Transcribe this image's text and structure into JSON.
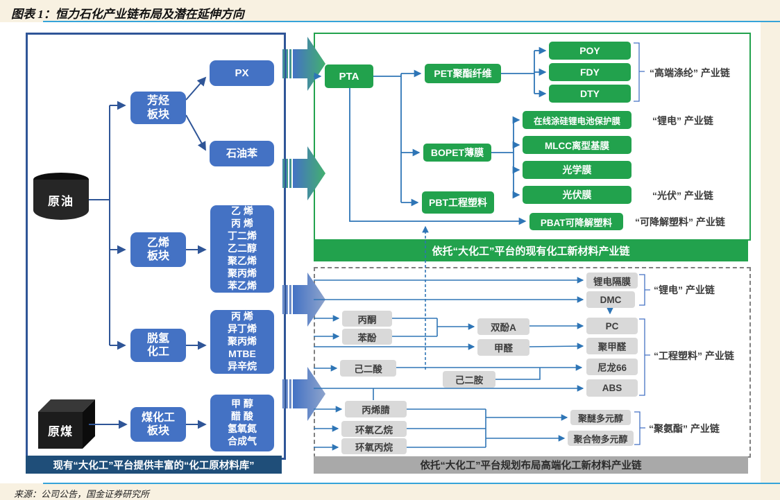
{
  "page": {
    "title": "图表 1：恒力石化产业链布局及潜在延伸方向",
    "source": "来源：公司公告，国金证券研究所"
  },
  "left": {
    "crude_oil": "原油",
    "coal": "原煤",
    "aromatics": "芳烃\n板块",
    "ethylene": "乙烯\n板块",
    "dehydro": "脱氢\n化工",
    "coal_chem": "煤化工\n板块",
    "px": "PX",
    "benzene": "石油苯",
    "ethylene_products": "乙  烯\n丙  烯\n丁二烯\n乙二醇\n聚乙烯\n聚丙烯\n苯乙烯",
    "dehydro_products": "丙  烯\n异丁烯\n聚丙烯\nMTBE\n异辛烷",
    "coal_products": "甲  醇\n醋  酸\n氢氧氮\n合成气",
    "banner": "现有“大化工”平台提供丰富的“化工原材料库”"
  },
  "green": {
    "pta": "PTA",
    "pet_fiber": "PET聚酯纤维",
    "poy": "POY",
    "fdy": "FDY",
    "dty": "DTY",
    "li_film": "在线涂硅锂电池保护膜",
    "mlcc_film": "MLCC离型基膜",
    "optical_film": "光学膜",
    "pv_film": "光伏膜",
    "bopet": "BOPET薄膜",
    "pbt": "PBT工程塑料",
    "pbat": "PBAT可降解塑料",
    "label_polyester": "“高端涤纶” 产业链",
    "label_li": "“锂电” 产业链",
    "label_pv": "“光伏” 产业链",
    "label_degradable": "“可降解塑料” 产业链",
    "banner": "依托“大化工”平台的现有化工新材料产业链"
  },
  "dashed": {
    "li_separator": "锂电隔膜",
    "dmc": "DMC",
    "pc": "PC",
    "pom": "聚甲醛",
    "nylon66": "尼龙66",
    "abs": "ABS",
    "acetone": "丙酮",
    "phenol": "苯酚",
    "bpa": "双酚A",
    "formaldehyde": "甲醛",
    "adipic_acid": "己二酸",
    "hmda": "己二胺",
    "acrylonitrile": "丙烯腈",
    "ethylene_oxide": "环氧乙烷",
    "propylene_oxide": "环氧丙烷",
    "polyether_polyol": "聚醚多元醇",
    "polymer_polyol": "聚合物多元醇",
    "label_li": "“锂电” 产业链",
    "label_engineering": "“工程塑料” 产业链",
    "label_pu": "“聚氨酯” 产业链",
    "banner": "依托“大化工”平台规划布局高端化工新材料产业链"
  },
  "colors": {
    "accent_green": "#22A24D",
    "accent_blue": "#4472C4",
    "navy": "#1F4E79",
    "connector_blue": "#2E75B6",
    "rule_blue": "#35A3D9",
    "gray_box": "#D9D9D9",
    "gray_banner": "#A9A9A9",
    "page_bg": "#F8F1E1"
  }
}
